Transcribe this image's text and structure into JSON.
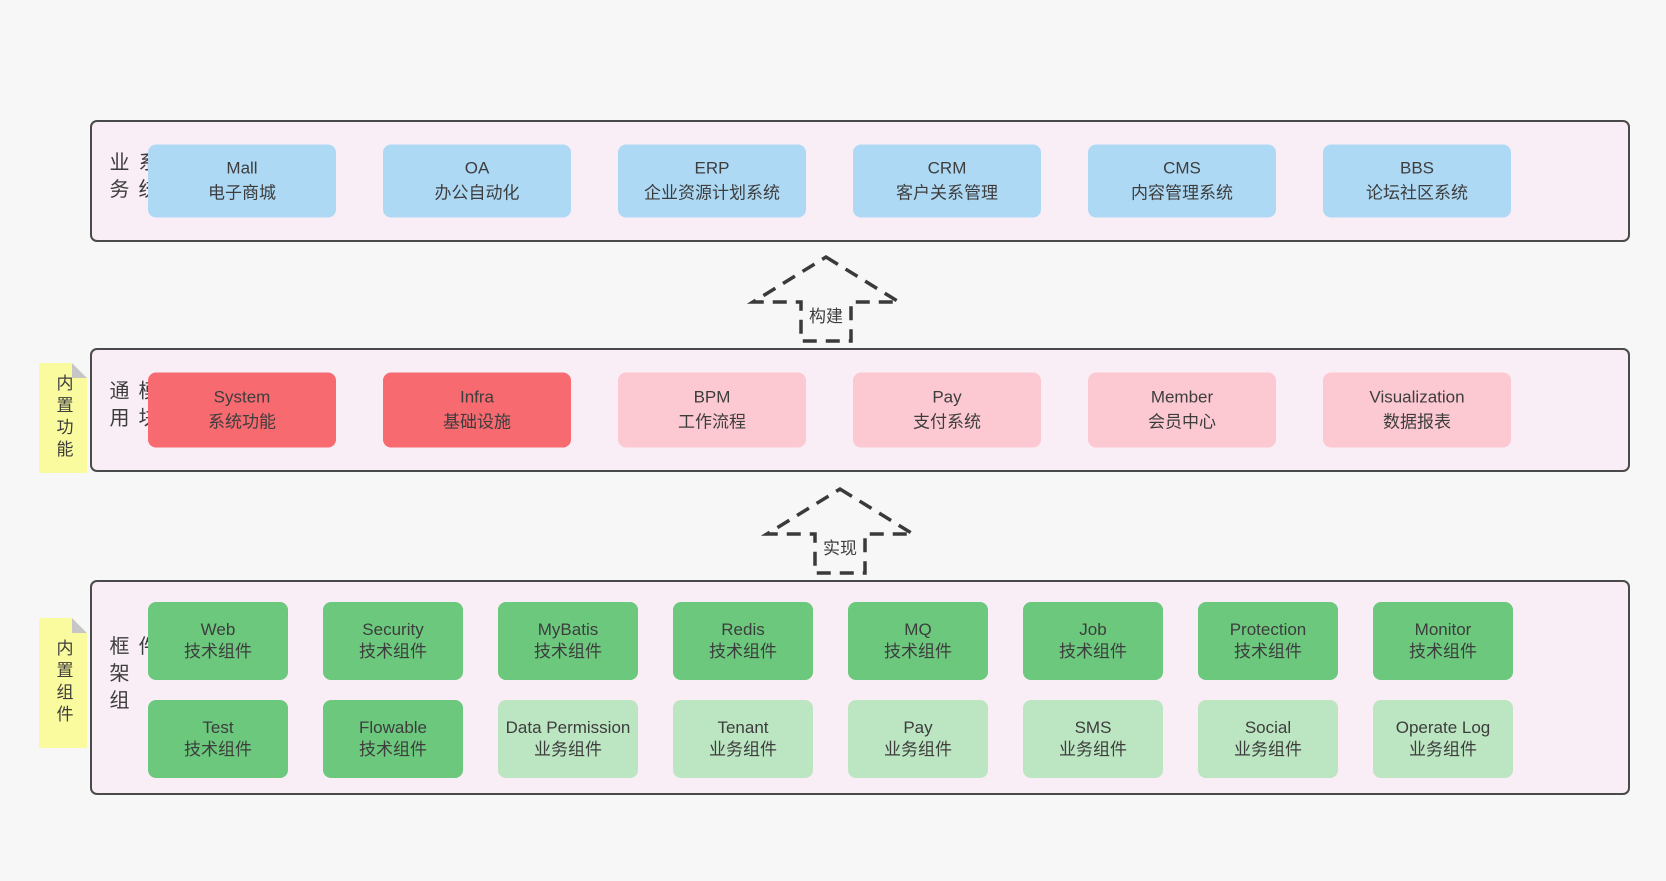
{
  "colors": {
    "page_bg": "#f7f7f7",
    "layer_bg": "#f9edf6",
    "layer_border": "#4a4a4a",
    "business_box": "#aed9f5",
    "core_module_box": "#f76a70",
    "optional_module_box": "#fcc9d2",
    "tech_component_box": "#6bc87d",
    "biz_component_box": "#bce5c2",
    "sticky_note": "#fafa9e",
    "text": "#3d3d3d"
  },
  "arrows": [
    {
      "label": "构建"
    },
    {
      "label": "实现"
    }
  ],
  "layers": [
    {
      "label": "业务系统",
      "boxes": [
        {
          "title": "Mall",
          "subtitle": "电子商城"
        },
        {
          "title": "OA",
          "subtitle": "办公自动化"
        },
        {
          "title": "ERP",
          "subtitle": "企业资源计划系统"
        },
        {
          "title": "CRM",
          "subtitle": "客户关系管理"
        },
        {
          "title": "CMS",
          "subtitle": "内容管理系统"
        },
        {
          "title": "BBS",
          "subtitle": "论坛社区系统"
        }
      ]
    },
    {
      "label": "通用模块",
      "note": "内置功能",
      "boxes": [
        {
          "title": "System",
          "subtitle": "系统功能"
        },
        {
          "title": "Infra",
          "subtitle": "基础设施"
        },
        {
          "title": "BPM",
          "subtitle": "工作流程"
        },
        {
          "title": "Pay",
          "subtitle": "支付系统"
        },
        {
          "title": "Member",
          "subtitle": "会员中心"
        },
        {
          "title": "Visualization",
          "subtitle": "数据报表"
        }
      ]
    },
    {
      "label": "框架组件",
      "note": "内置组件",
      "rows": [
        [
          {
            "title": "Web",
            "subtitle": "技术组件"
          },
          {
            "title": "Security",
            "subtitle": "技术组件"
          },
          {
            "title": "MyBatis",
            "subtitle": "技术组件"
          },
          {
            "title": "Redis",
            "subtitle": "技术组件"
          },
          {
            "title": "MQ",
            "subtitle": "技术组件"
          },
          {
            "title": "Job",
            "subtitle": "技术组件"
          },
          {
            "title": "Protection",
            "subtitle": "技术组件"
          },
          {
            "title": "Monitor",
            "subtitle": "技术组件"
          }
        ],
        [
          {
            "title": "Test",
            "subtitle": "技术组件"
          },
          {
            "title": "Flowable",
            "subtitle": "技术组件"
          },
          {
            "title": "Data Permission",
            "subtitle": "业务组件"
          },
          {
            "title": "Tenant",
            "subtitle": "业务组件"
          },
          {
            "title": "Pay",
            "subtitle": "业务组件"
          },
          {
            "title": "SMS",
            "subtitle": "业务组件"
          },
          {
            "title": "Social",
            "subtitle": "业务组件"
          },
          {
            "title": "Operate Log",
            "subtitle": "业务组件"
          }
        ]
      ]
    }
  ]
}
